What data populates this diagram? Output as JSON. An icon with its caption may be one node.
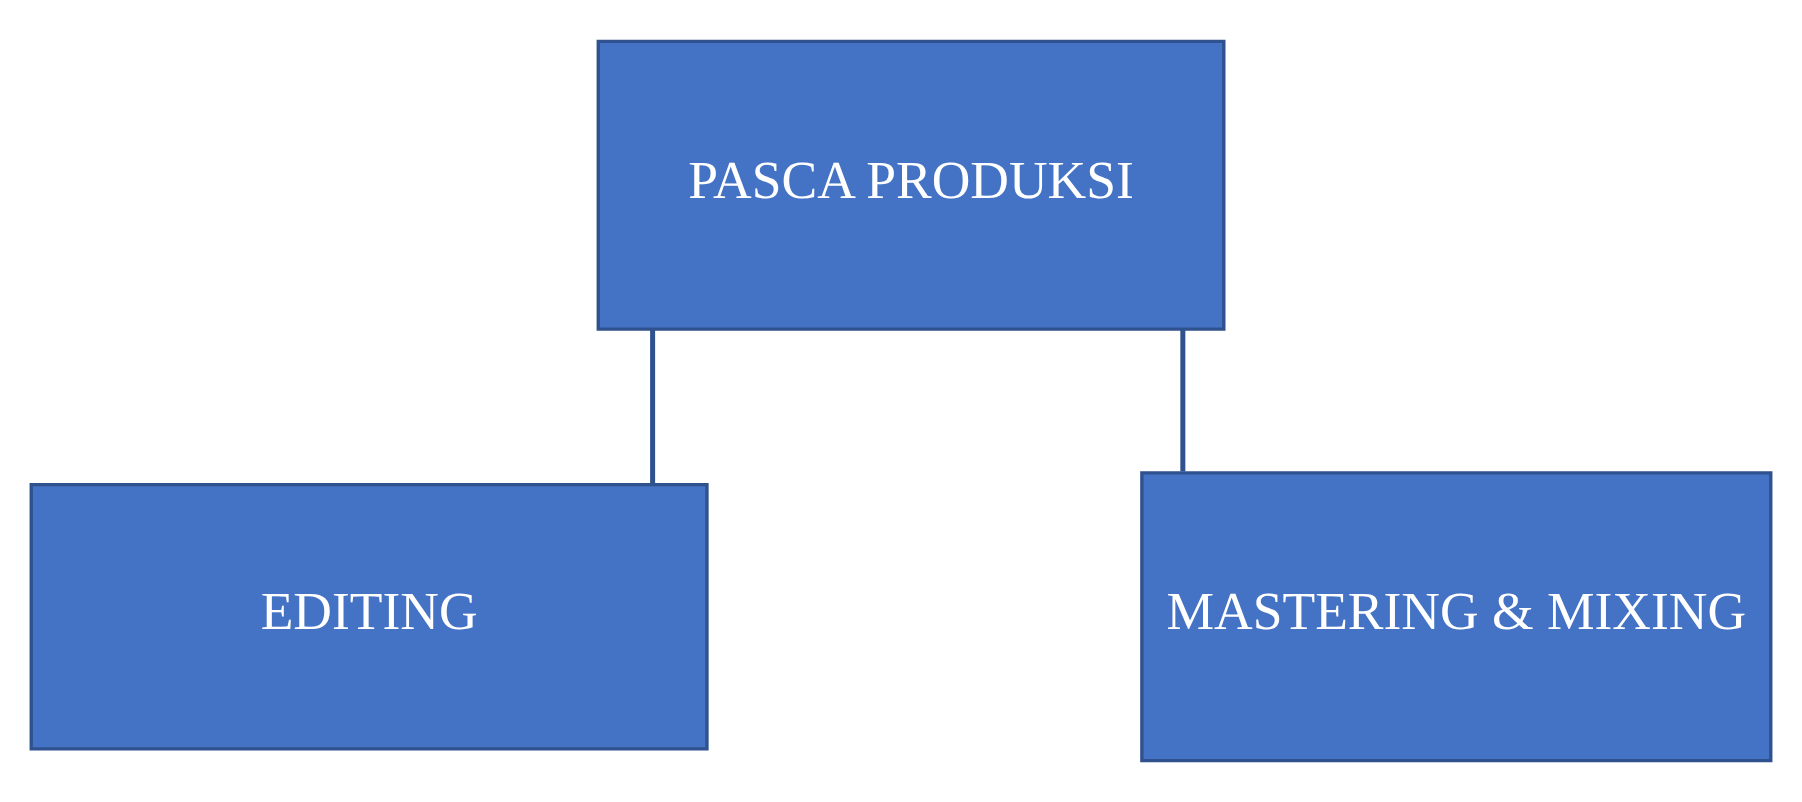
{
  "diagram": {
    "nodes": [
      {
        "text": [
          "PASCA PRODUKSI"
        ]
      },
      {
        "text": [
          "EDITING"
        ]
      },
      {
        "text": [
          "MASTERING & MIXING"
        ]
      }
    ],
    "edges": [
      {
        "from": 0,
        "to": 1,
        "arrow": "none"
      },
      {
        "from": 0,
        "to": 2,
        "arrow": "none"
      }
    ]
  }
}
